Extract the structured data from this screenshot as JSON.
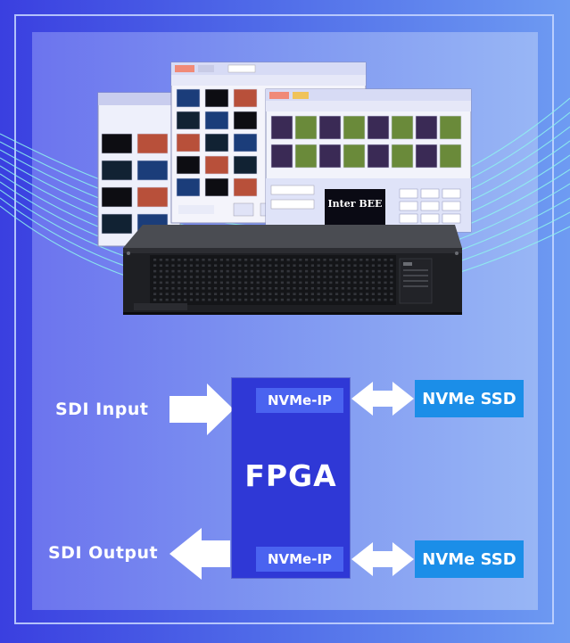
{
  "diagram": {
    "input_label": "SDI  Input",
    "output_label": "SDI  Output",
    "fpga_label": "FPGA",
    "nvme_ip_top": "NVMe-IP",
    "nvme_ip_bottom": "NVMe-IP",
    "ssd_top": "NVMe SSD",
    "ssd_bottom": "NVMe SSD"
  },
  "product_photo": {
    "screen_brand_text": "Inter BEE"
  },
  "colors": {
    "background": "#4f6ae8",
    "fpga_block": "#2f38d6",
    "nvme_ip": "#4a63f0",
    "ssd": "#1b8ee8",
    "arrow": "#ffffff",
    "wave_lines": "#7ff0ea"
  }
}
